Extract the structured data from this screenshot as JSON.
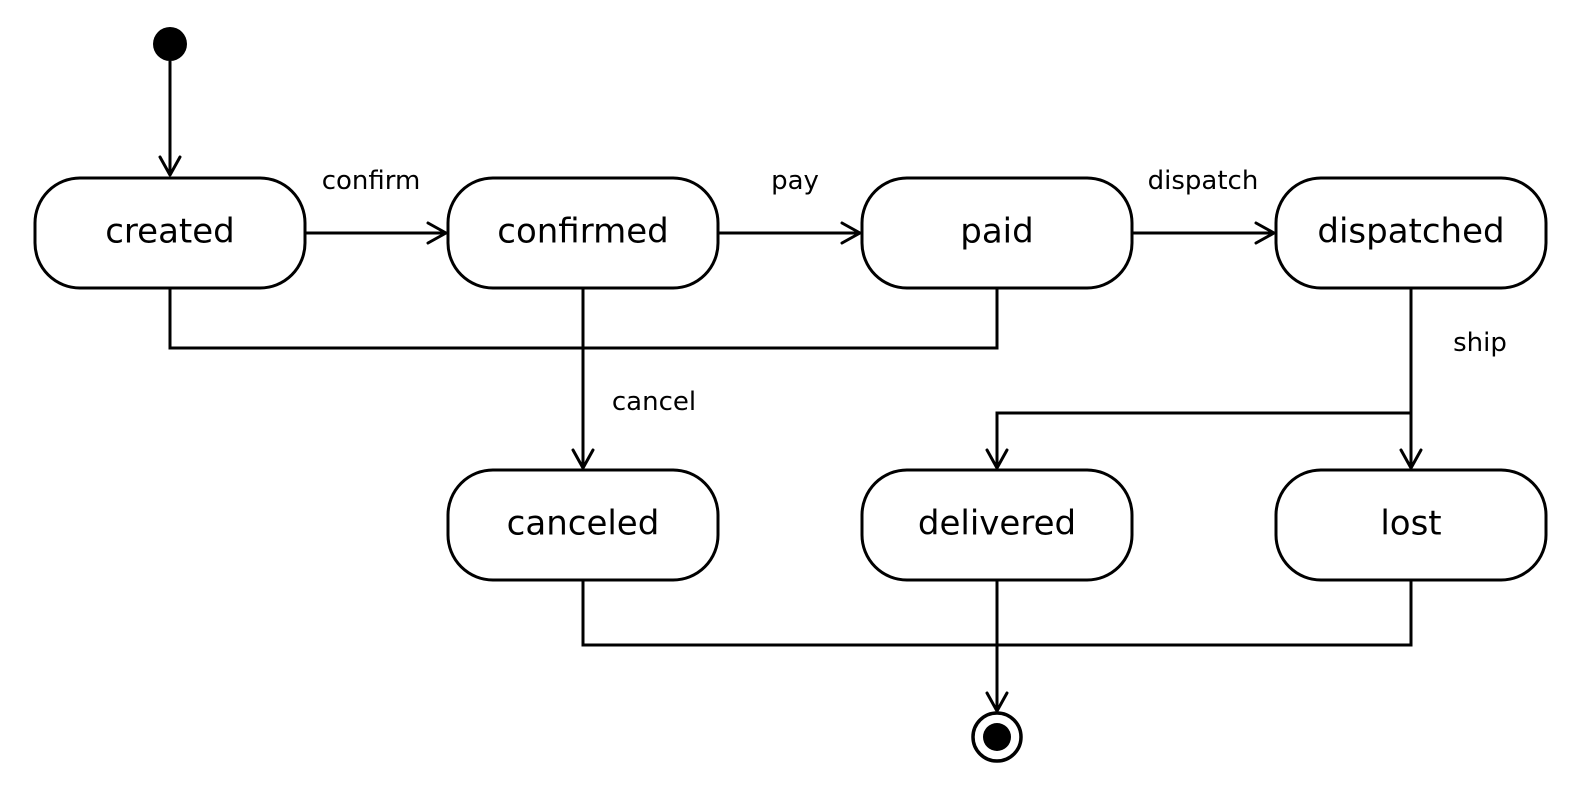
{
  "states": {
    "created": "created",
    "confirmed": "confirmed",
    "paid": "paid",
    "dispatched": "dispatched",
    "canceled": "canceled",
    "delivered": "delivered",
    "lost": "lost"
  },
  "transitions": {
    "confirm": "confirm",
    "pay": "pay",
    "dispatch": "dispatch",
    "cancel": "cancel",
    "ship": "ship"
  }
}
